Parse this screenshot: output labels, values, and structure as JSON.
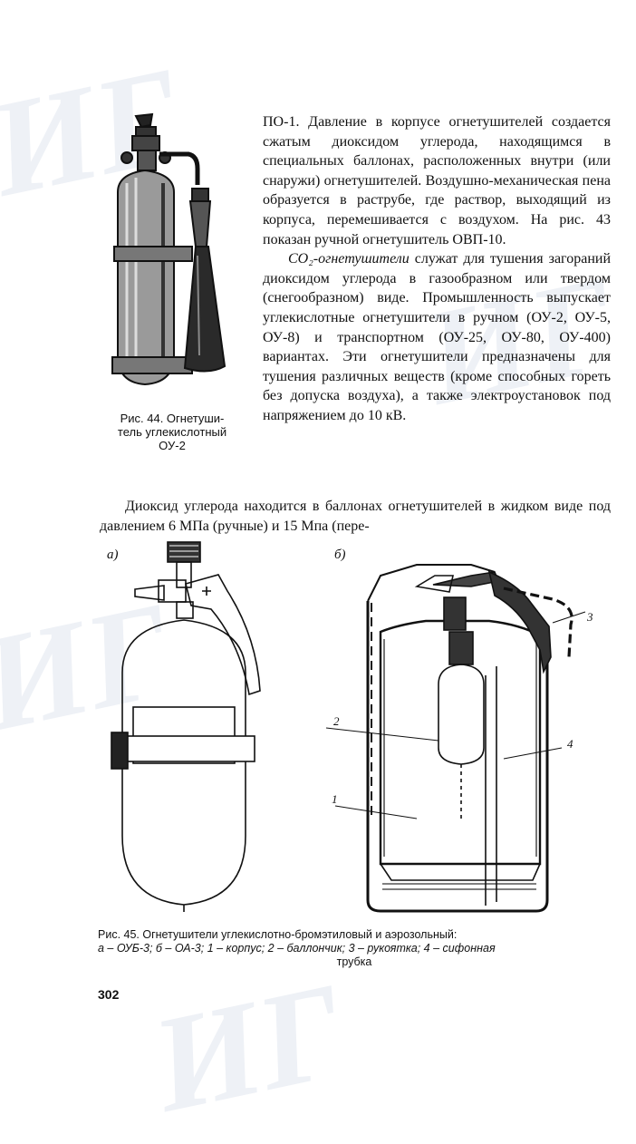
{
  "watermark": {
    "w1": "ИГ",
    "w2": "ИГ",
    "w3": "ИГ",
    "w4": "ИГ"
  },
  "text": {
    "para1": "ПО-1. Давление в корпусе огнетушителей создается сжатым диоксидом углерода, находящимся в специальных баллонах, расположенных внутри (или снаружи) огнетушителей. Воздушно-механическая пена образуется в раструбе, где раствор, выходящий из корпуса, перемешивается с воздухом. На рис. 43 показан ручной огнетушитель ОВП-10.",
    "para2_em": "СО₂-огнетушители",
    "para2_rest": " служат для тушения загораний диоксидом углерода в газообразном или твердом (снегообразном) виде. Промышленность выпускает углекислотные огнетушители в ручном (ОУ-2, ОУ-5, ОУ-8) и транспортном (ОУ-25, ОУ-80, ОУ-400) вариантах. Эти огнетушители предназначены для тушения различных веществ (кроме способных гореть без допуска воздуха), а также электроустановок под напряжением до 10 кВ.",
    "para3": "Диоксид углерода находится в баллонах огнетушителей в жидком виде под давлением 6 МПа (ручные) и 15 Мпа (пере-"
  },
  "fig44": {
    "caption_l1": "Рис. 44. Огнетуши-",
    "caption_l2": "тель углекислотный",
    "caption_l3": "ОУ-2"
  },
  "fig45": {
    "label_a": "а)",
    "label_b": "б)",
    "n1": "1",
    "n2": "2",
    "n3": "3",
    "n4": "4",
    "caption_l1": "Рис. 45. Огнетушители углекислотно-бромэтиловый и аэрозольный:",
    "caption_l2": "а – ОУБ-3; б – ОА-3; 1 – корпус; 2 – баллончик; 3 – рукоятка; 4 – сифонная",
    "caption_l3": "трубка"
  },
  "page": {
    "number": "302"
  }
}
